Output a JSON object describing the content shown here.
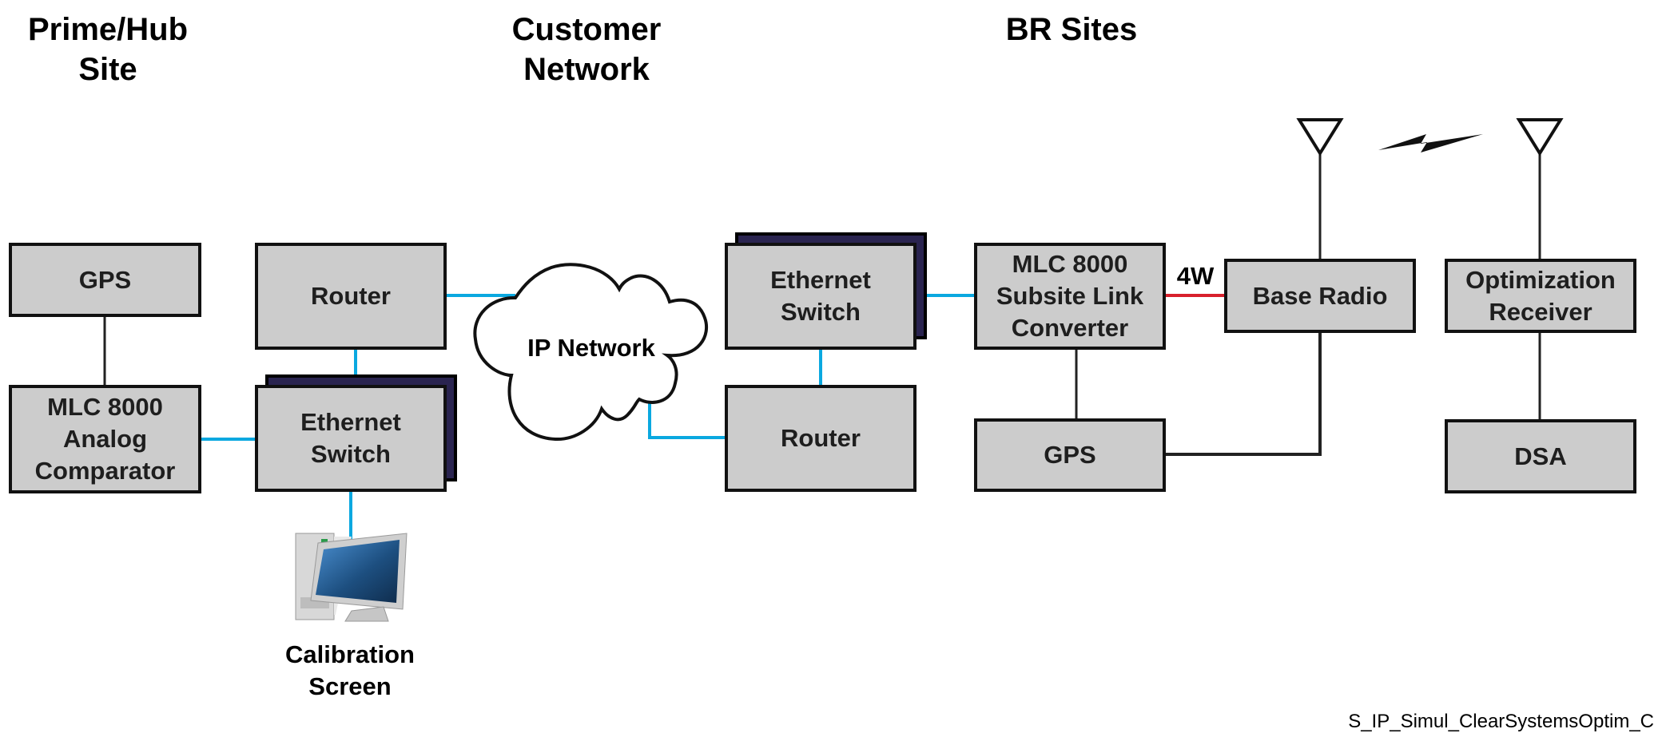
{
  "sections": {
    "prime_hub": [
      "Prime/Hub",
      "Site"
    ],
    "customer_network": [
      "Customer",
      "Network"
    ],
    "br_sites": [
      "BR Sites"
    ]
  },
  "nodes": {
    "gps_hub": [
      "GPS"
    ],
    "mlc_analog": [
      "MLC 8000",
      "Analog",
      "Comparator"
    ],
    "router_hub": [
      "Router"
    ],
    "switch_hub": [
      "Ethernet",
      "Switch"
    ],
    "ip_network": "IP Network",
    "switch_br": [
      "Ethernet",
      "Switch"
    ],
    "router_br": [
      "Router"
    ],
    "mlc_subsite": [
      "MLC 8000",
      "Subsite Link",
      "Converter"
    ],
    "base_radio": [
      "Base Radio"
    ],
    "opt_receiver": [
      "Optimization",
      "Receiver"
    ],
    "gps_br": [
      "GPS"
    ],
    "dsa": [
      "DSA"
    ],
    "calibration_screen": [
      "Calibration",
      "Screen"
    ]
  },
  "link_labels": {
    "four_wire": "4W"
  },
  "colors": {
    "ethernet_link": "#0aa8e0",
    "four_wire_link": "#d8202c",
    "serial_link": "#222222",
    "box_fill": "#cccccc",
    "switch_shadow": "#2a2450"
  },
  "footer": "S_IP_Simul_ClearSystemsOptim_C"
}
